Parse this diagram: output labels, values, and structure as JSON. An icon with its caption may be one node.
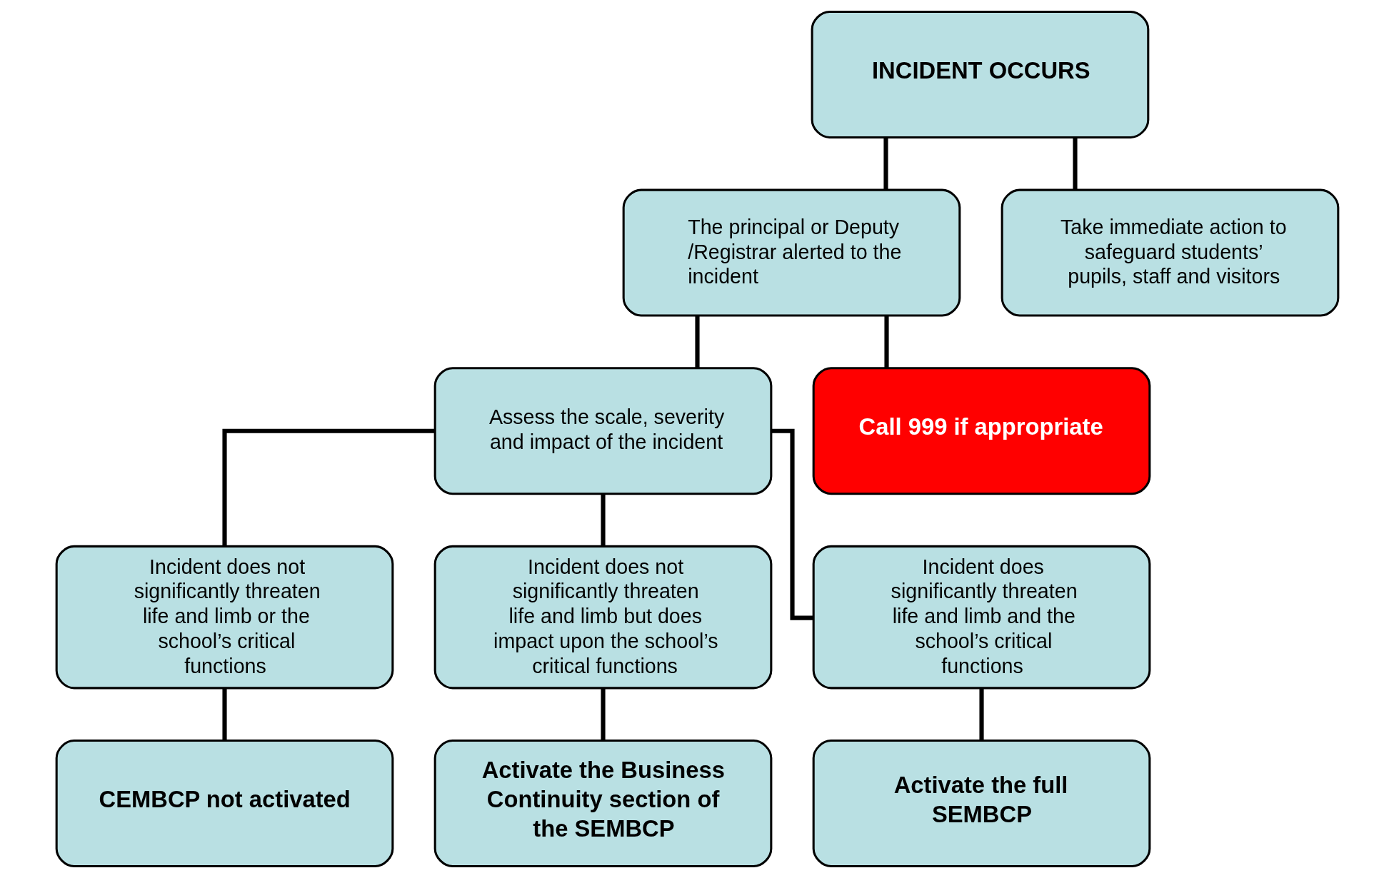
{
  "diagram": {
    "nodes": [
      {
        "text": [
          "INCIDENT OCCURS"
        ]
      },
      {
        "text": [
          "The principal or Deputy /Registrar alerted to the incident"
        ]
      },
      {
        "text": [
          "Take immediate action to safeguard students’ pupils, staff and visitors"
        ]
      },
      {
        "text": [
          "Assess the scale, severity and impact of the incident"
        ]
      },
      {
        "text": [
          "Call 999 if appropriate"
        ]
      },
      {
        "text": [
          "Incident does not significantly threaten life and limb or the school’s critical functions"
        ]
      },
      {
        "text": [
          "Incident does not significantly threaten life and limb but does impact upon the school’s critical functions"
        ]
      },
      {
        "text": [
          "Incident does significantly threaten life and limb and the school’s critical functions"
        ]
      },
      {
        "text": [
          "CEMBCP not activated"
        ]
      },
      {
        "text": [
          "Activate the Business Continuity section of the SEMBCP"
        ]
      },
      {
        "text": [
          "Activate the full SEMBCP"
        ]
      }
    ],
    "edges": [
      {
        "from": 0,
        "to": 1,
        "arrow": "none"
      },
      {
        "from": 0,
        "to": 2,
        "arrow": "none"
      },
      {
        "from": 1,
        "to": 3,
        "arrow": "none"
      },
      {
        "from": 1,
        "to": 4,
        "arrow": "none"
      },
      {
        "from": 3,
        "to": 5,
        "arrow": "none"
      },
      {
        "from": 3,
        "to": 6,
        "arrow": "none"
      },
      {
        "from": 3,
        "to": 7,
        "arrow": "none"
      },
      {
        "from": 5,
        "to": 8,
        "arrow": "none"
      },
      {
        "from": 6,
        "to": 9,
        "arrow": "none"
      },
      {
        "from": 7,
        "to": 10,
        "arrow": "none"
      }
    ]
  }
}
